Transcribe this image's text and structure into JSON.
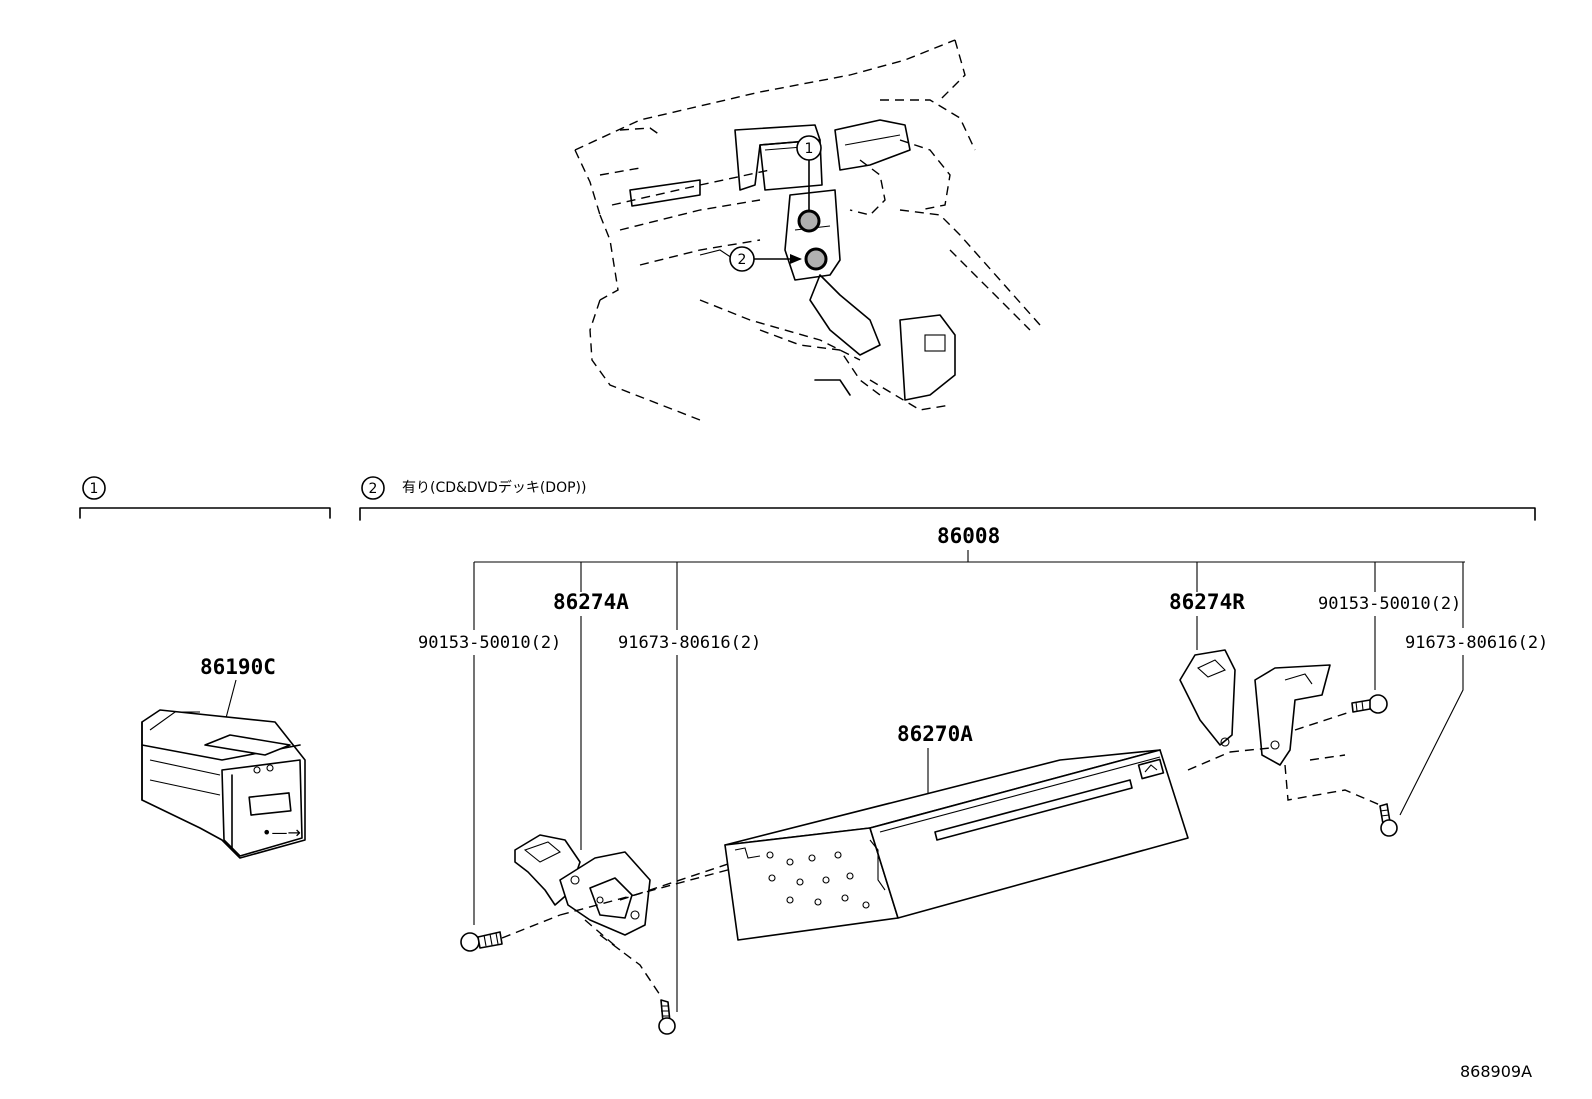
{
  "sections": [
    {
      "num": "1",
      "title": ""
    },
    {
      "num": "2",
      "title": "有り(CD&DVDデッキ(DOP))"
    }
  ],
  "callouts": {
    "one": "1",
    "two": "2"
  },
  "parts": {
    "assembly": "86008",
    "usb_port": "86190C",
    "bracket_left": "86274A",
    "bracket_right": "86274R",
    "deck": "86270A",
    "screw_left": "90153-50010(2)",
    "bolt_left": "91673-80616(2)",
    "screw_right": "90153-50010(2)",
    "bolt_right": "91673-80616(2)"
  },
  "figure_ref": "868909A"
}
